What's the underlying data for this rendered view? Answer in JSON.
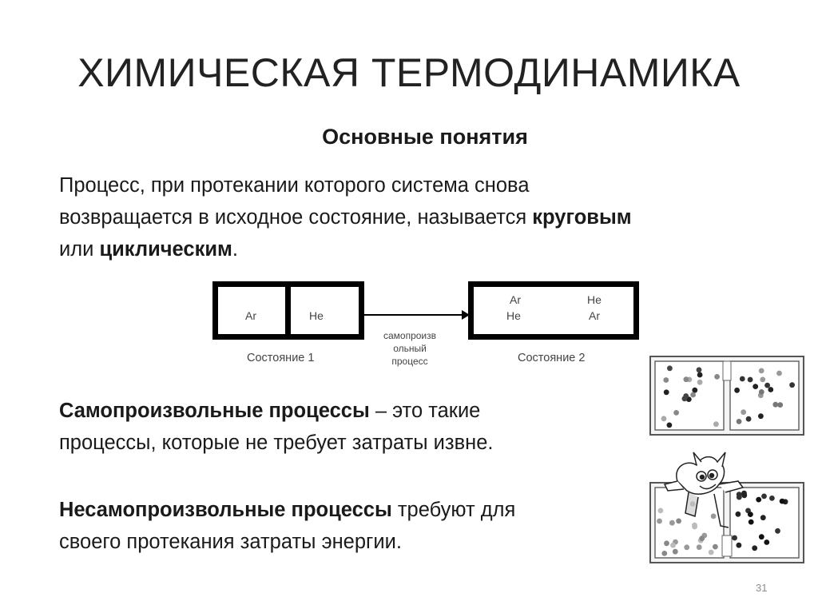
{
  "slide": {
    "title": "ХИМИЧЕСКАЯ ТЕРМОДИНАМИКА",
    "subtitle": "Основные понятия",
    "page_number": "31"
  },
  "para1": {
    "line1": "Процесс, при протекании которого система снова",
    "line2_pre": "возвращается в исходное состояние, называется ",
    "bold1": "круговым",
    "line3_pre": "или ",
    "bold2": "циклическим",
    "line3_post": "."
  },
  "diagram": {
    "state1": {
      "gas_left": "Ar",
      "gas_right": "He",
      "label": "Состояние 1"
    },
    "state2": {
      "left_top": "Ar",
      "left_bottom": "He",
      "right_top": "He",
      "right_bottom": "Ar",
      "label": "Состояние 2"
    },
    "arrow_label_lines": [
      "самопроизв",
      "ольный",
      "процесс"
    ]
  },
  "para2": {
    "bold": "Самопроизвольные процессы",
    "rest1": " – это такие",
    "line2": "процессы, которые не требует затраты извне."
  },
  "para3": {
    "bold": "Несамопроизвольные  процессы",
    "rest1": " требуют для",
    "line2": "своего протекания затраты энергии."
  },
  "illustrations": {
    "top": "mixed-gas-box-illustration",
    "bottom": "maxwell-demon-illustration"
  }
}
